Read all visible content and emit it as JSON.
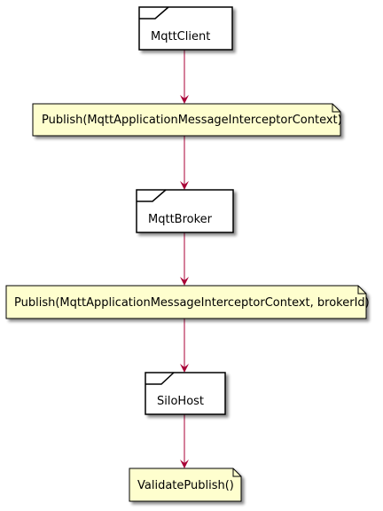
{
  "diagram": {
    "colors": {
      "component_fill": "#FFFFFF",
      "note_fill": "#FEFECE",
      "border": "#000000",
      "arrow": "#A80036"
    },
    "nodes": [
      {
        "id": "mqtt-client",
        "kind": "component",
        "label": "MqttClient"
      },
      {
        "id": "note-publish",
        "kind": "note",
        "label": "Publish(MqttApplicationMessageInterceptorContext)"
      },
      {
        "id": "mqtt-broker",
        "kind": "component",
        "label": "MqttBroker"
      },
      {
        "id": "note-publish-broker",
        "kind": "note",
        "label": "Publish(MqttApplicationMessageInterceptorContext, brokerId)"
      },
      {
        "id": "silo-host",
        "kind": "component",
        "label": "SiloHost"
      },
      {
        "id": "note-validate",
        "kind": "note",
        "label": "ValidatePublish()"
      }
    ],
    "edges": [
      {
        "from": "mqtt-client",
        "to": "note-publish"
      },
      {
        "from": "note-publish",
        "to": "mqtt-broker"
      },
      {
        "from": "mqtt-broker",
        "to": "note-publish-broker"
      },
      {
        "from": "note-publish-broker",
        "to": "silo-host"
      },
      {
        "from": "silo-host",
        "to": "note-validate"
      }
    ]
  }
}
